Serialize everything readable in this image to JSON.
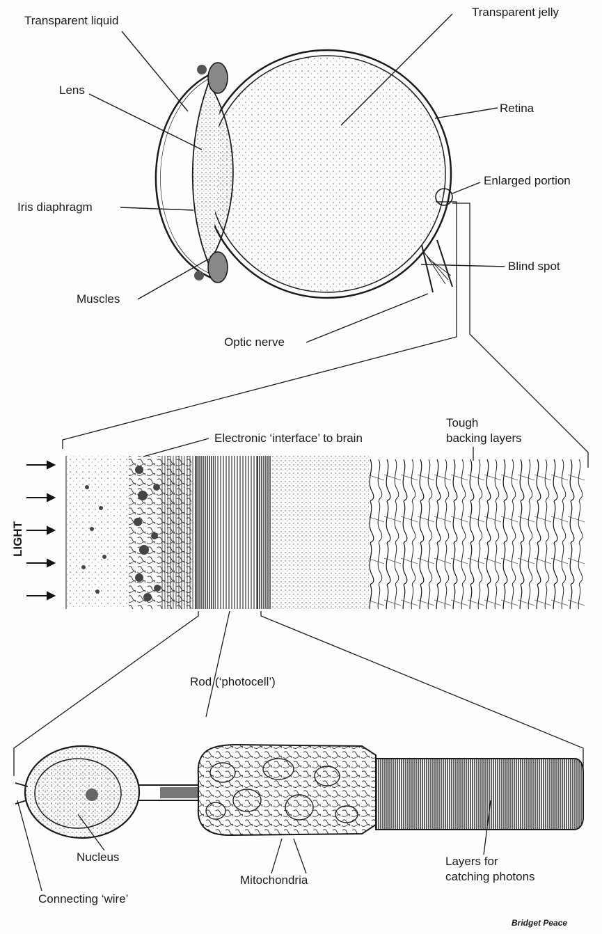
{
  "eye_labels": {
    "transparent_liquid": "Transparent liquid",
    "transparent_jelly": "Transparent jelly",
    "lens": "Lens",
    "retina": "Retina",
    "enlarged_portion": "Enlarged portion",
    "iris_diaphragm": "Iris diaphragm",
    "blind_spot": "Blind spot",
    "muscles": "Muscles",
    "optic_nerve": "Optic nerve"
  },
  "retina_labels": {
    "interface": "Electronic ‘interface’ to brain",
    "tough_line1": "Tough",
    "tough_line2": "backing layers",
    "light": "LIGHT"
  },
  "rod_labels": {
    "rod": "Rod (‘photocell’)",
    "nucleus": "Nucleus",
    "mitochondria": "Mitochondria",
    "layers_line1": "Layers for",
    "layers_line2": "catching photons",
    "wire": "Connecting ‘wire’"
  },
  "credit": "Bridget Peace",
  "colors": {
    "ink": "#1a1a1a",
    "paper": "#fdfdfb"
  }
}
